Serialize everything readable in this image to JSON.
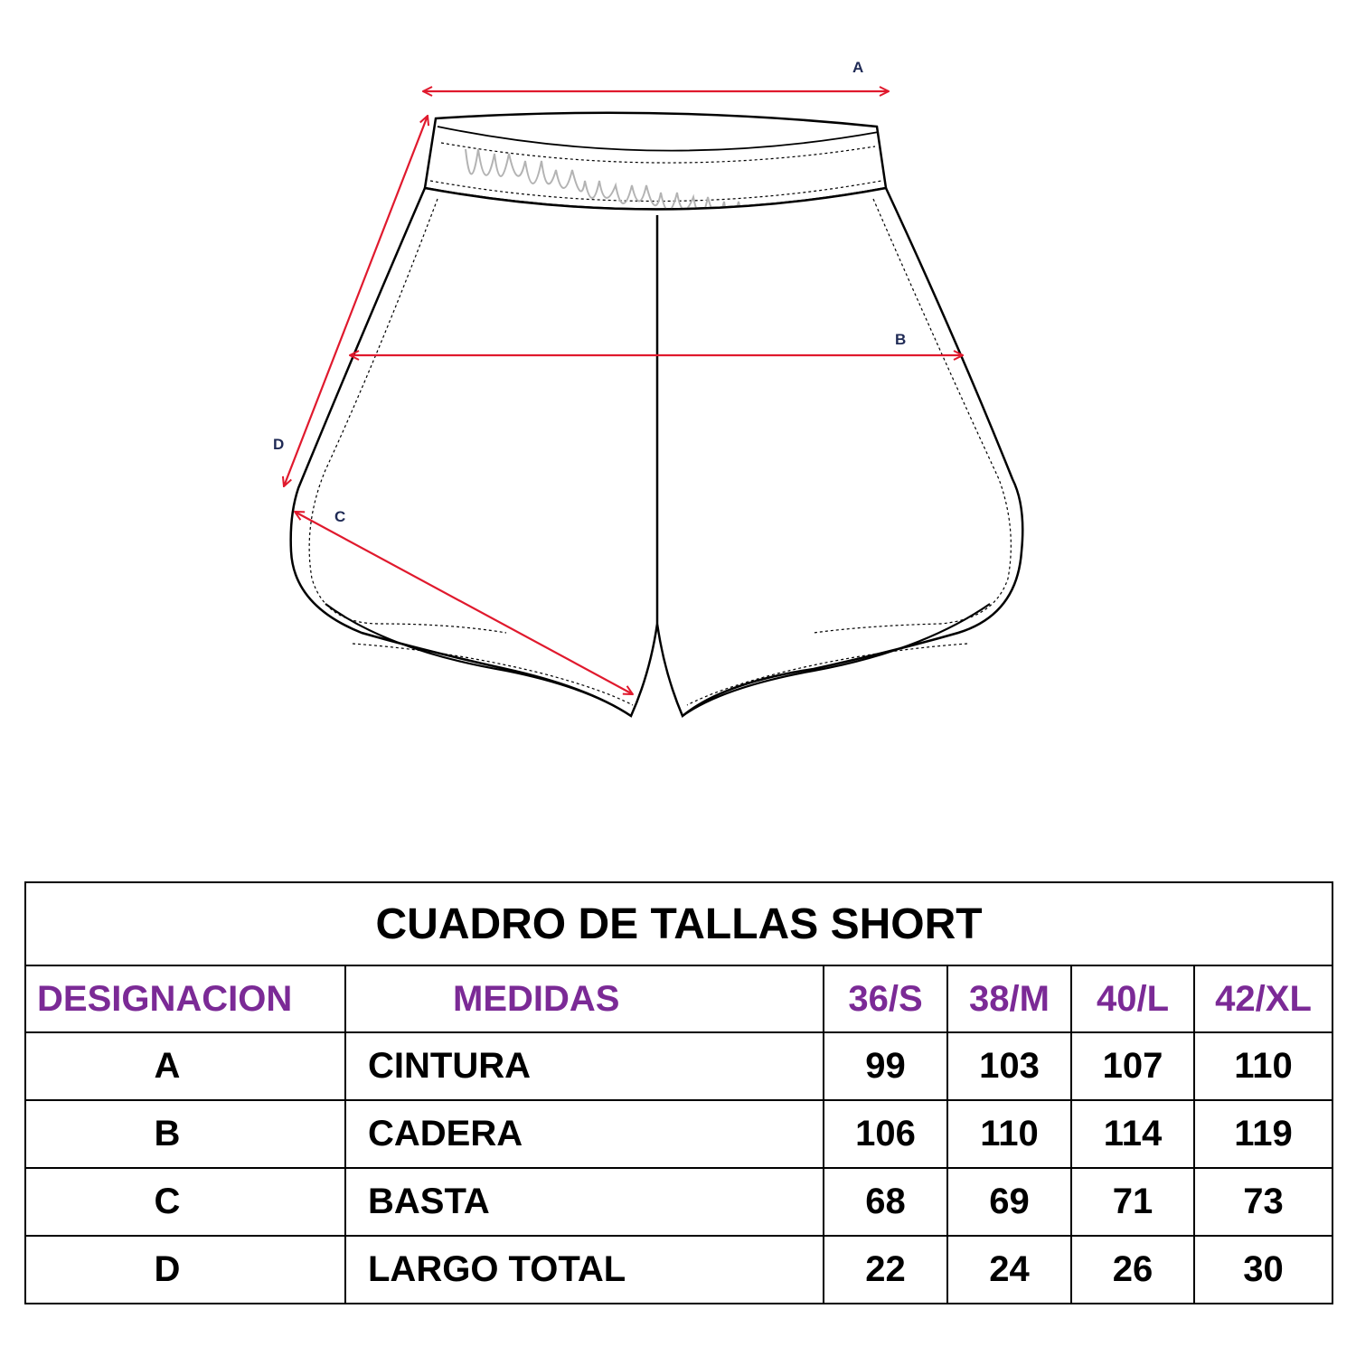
{
  "diagram": {
    "labels": {
      "a": "A",
      "b": "B",
      "c": "C",
      "d": "D"
    },
    "colors": {
      "garment_outline": "#000000",
      "measure_arrow": "#e0192d",
      "label_text": "#1f2a55",
      "elastic": "#b3b3b3"
    }
  },
  "table": {
    "title": "CUADRO DE TALLAS SHORT",
    "headers": {
      "designation": "DESIGNACION",
      "measures": "MEDIDAS",
      "sizes": [
        "36/S",
        "38/M",
        "40/L",
        "42/XL"
      ]
    },
    "header_color": "#7b2a96",
    "rows": [
      {
        "code": "A",
        "measure": "CINTURA",
        "values": [
          "99",
          "103",
          "107",
          "110"
        ]
      },
      {
        "code": "B",
        "measure": "CADERA",
        "values": [
          "106",
          "110",
          "114",
          "119"
        ]
      },
      {
        "code": "C",
        "measure": "BASTA",
        "values": [
          "68",
          "69",
          "71",
          "73"
        ]
      },
      {
        "code": "D",
        "measure": "LARGO TOTAL",
        "values": [
          "22",
          "24",
          "26",
          "30"
        ]
      }
    ]
  }
}
